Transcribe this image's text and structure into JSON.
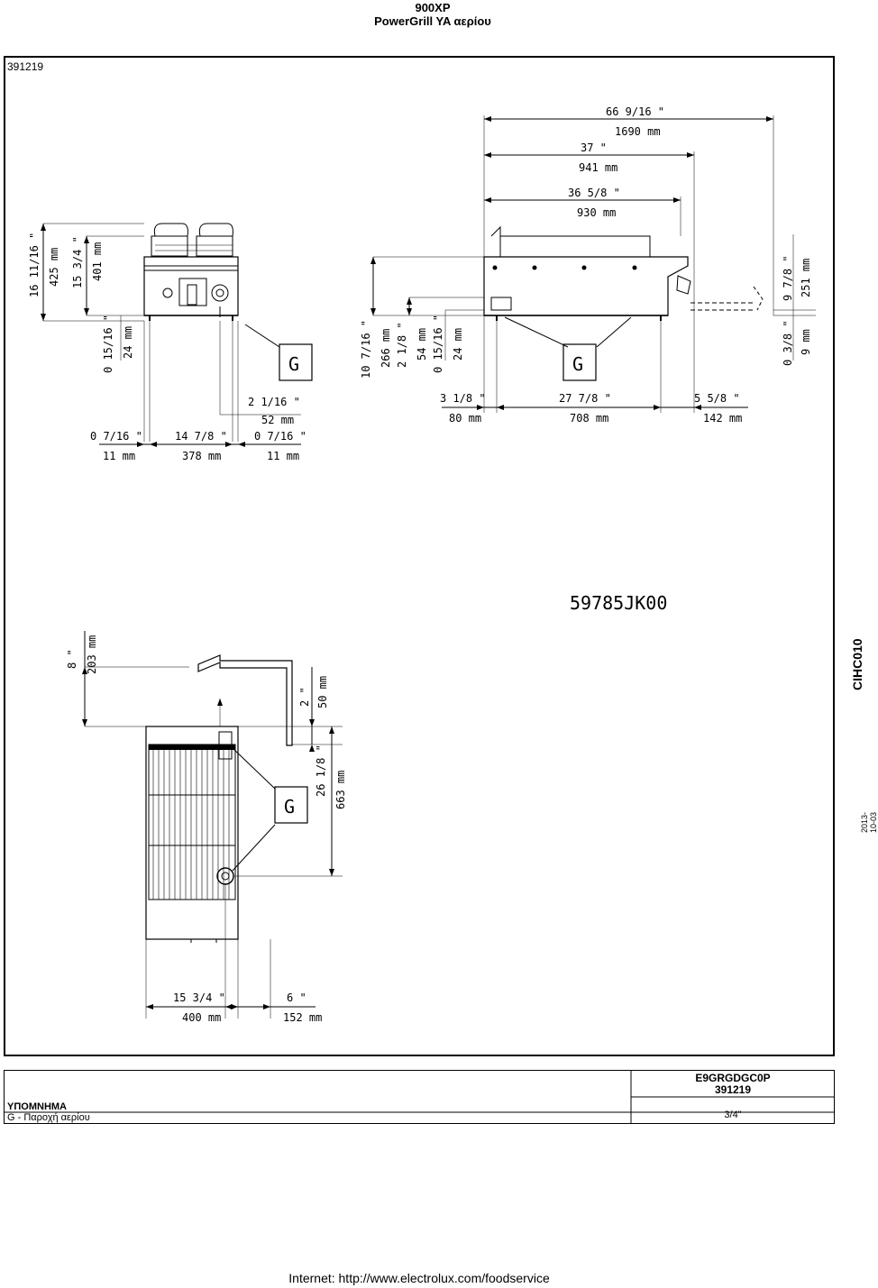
{
  "header": {
    "model": "900XP",
    "product": "PowerGrill YA αερίου"
  },
  "frame_id": "391219",
  "drawing_code": "59785JK00",
  "side_code": "CIHC010",
  "side_date": "2013-10-03",
  "connection_label": "G",
  "front_view": {
    "height_in": "16 11/16 \"",
    "height_mm": "425 mm",
    "body_in": "15 3/4 \"",
    "body_mm": "401 mm",
    "foot_in": "0 15/16 \"",
    "foot_mm": "24 mm",
    "left_in": "0 7/16 \"",
    "left_mm": "11 mm",
    "width_in": "14 7/8 \"",
    "width_mm": "378 mm",
    "g_off_in": "2 1/16 \"",
    "g_off_mm": "52 mm",
    "right_in": "0 7/16 \"",
    "right_mm": "11 mm"
  },
  "side_view": {
    "h1_in": "10 7/16 \"",
    "h1_mm": "266 mm",
    "h2_in": "2 1/8 \"",
    "h2_mm": "54 mm",
    "h3_in": "0 15/16 \"",
    "h3_mm": "24 mm",
    "total_in": "66 9/16 \"",
    "total_mm": "1690 mm",
    "mid_in": "37 \"",
    "mid_mm": "941 mm",
    "depth_in": "36 5/8 \"",
    "depth_mm": "930 mm",
    "front_in": "3 1/8 \"",
    "front_mm": "80 mm",
    "span_in": "27 7/8 \"",
    "span_mm": "708 mm",
    "rear_in": "5 5/8 \"",
    "rear_mm": "142 mm",
    "r_small_in": "0 3/8 \"",
    "r_small_mm": "9 mm",
    "r_big_in": "9 7/8 \"",
    "r_big_mm": "251 mm"
  },
  "top_view": {
    "top_in": "8 \"",
    "top_mm": "203 mm",
    "gap_in": "2 \"",
    "gap_mm": "50 mm",
    "depth_in": "26 1/8 \"",
    "depth_mm": "663 mm",
    "width_in": "15 3/4 \"",
    "width_mm": "400 mm",
    "g_in": "6 \"",
    "g_mm": "152 mm"
  },
  "footer": {
    "code": "E9GRGDGC0P",
    "code_id": "391219",
    "legend_title": "ΥΠΟΜΝΗΜΑ",
    "gas_label": "G - Παροχή αερίου",
    "gas_size": "3/4\""
  },
  "internet": "Internet: http://www.electrolux.com/foodservice"
}
